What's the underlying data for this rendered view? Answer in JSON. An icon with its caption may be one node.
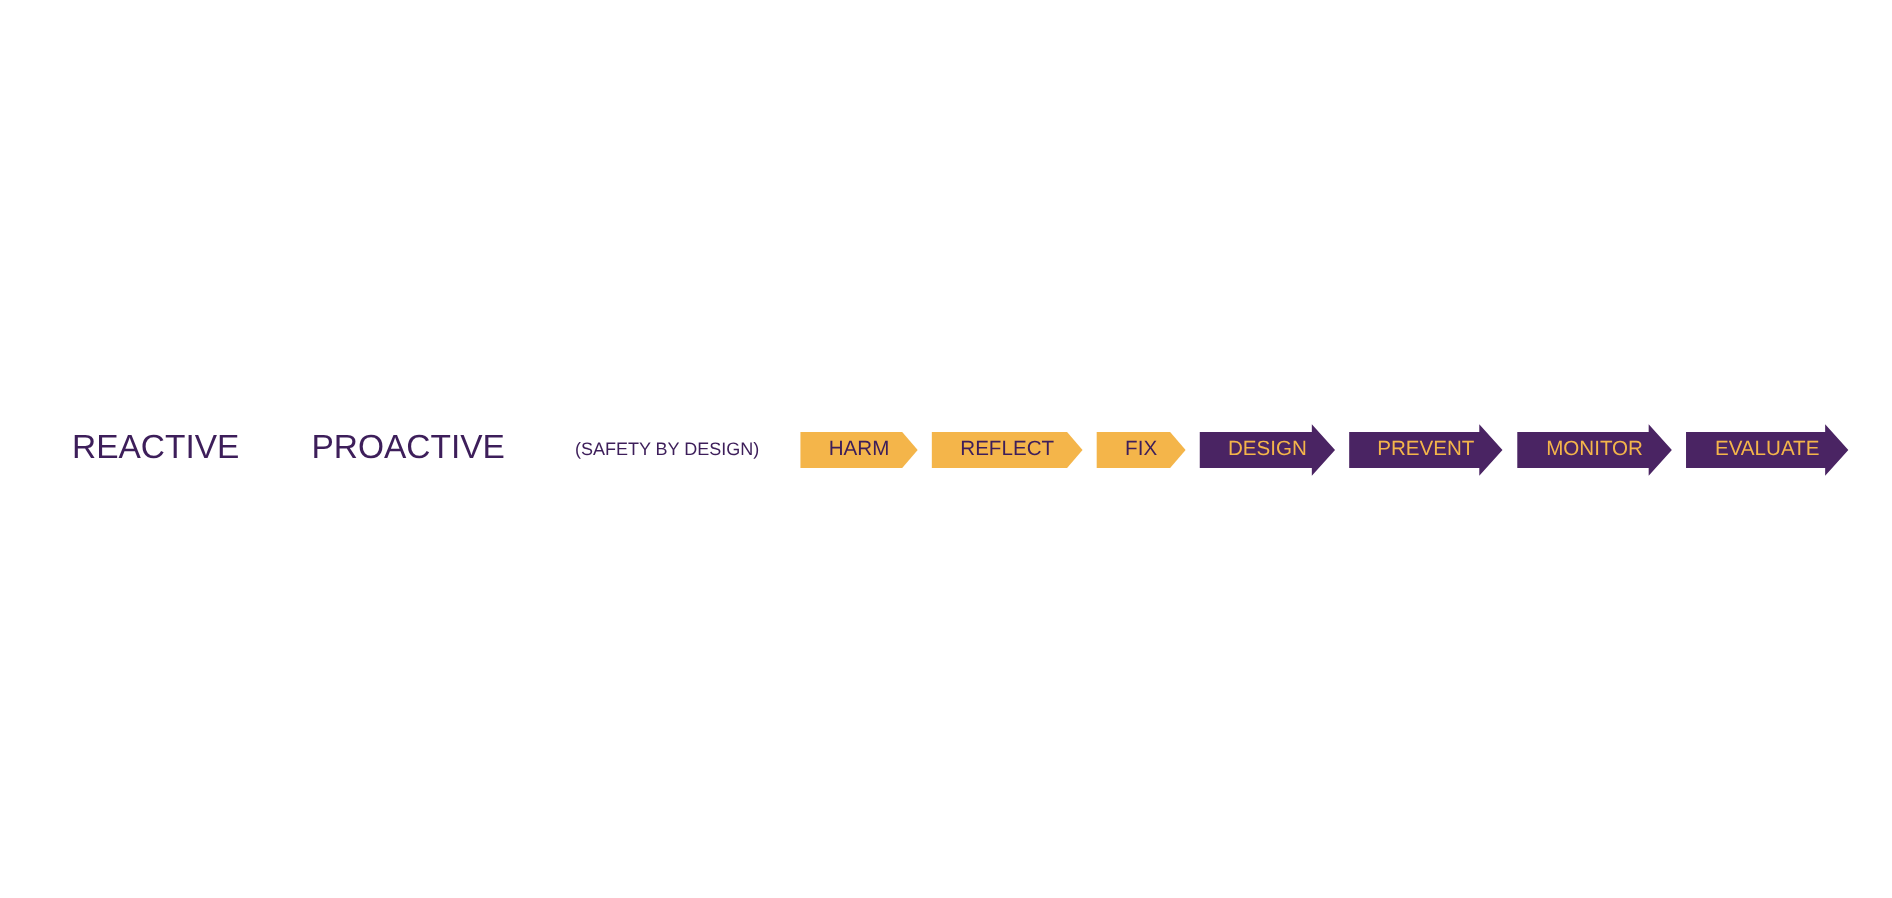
{
  "diagram": {
    "nodes": [
      {
        "text": [
          "HARM"
        ]
      },
      {
        "text": [
          "REFLECT"
        ]
      },
      {
        "text": [
          "FIX"
        ]
      },
      {
        "text": [
          "DESIGN"
        ]
      },
      {
        "text": [
          "PREVENT"
        ]
      },
      {
        "text": [
          "MONITOR"
        ]
      },
      {
        "text": [
          "EVALUATE"
        ]
      }
    ],
    "labels": [
      "REACTIVE",
      "PROACTIVE",
      "(SAFETY BY DESIGN)"
    ]
  }
}
